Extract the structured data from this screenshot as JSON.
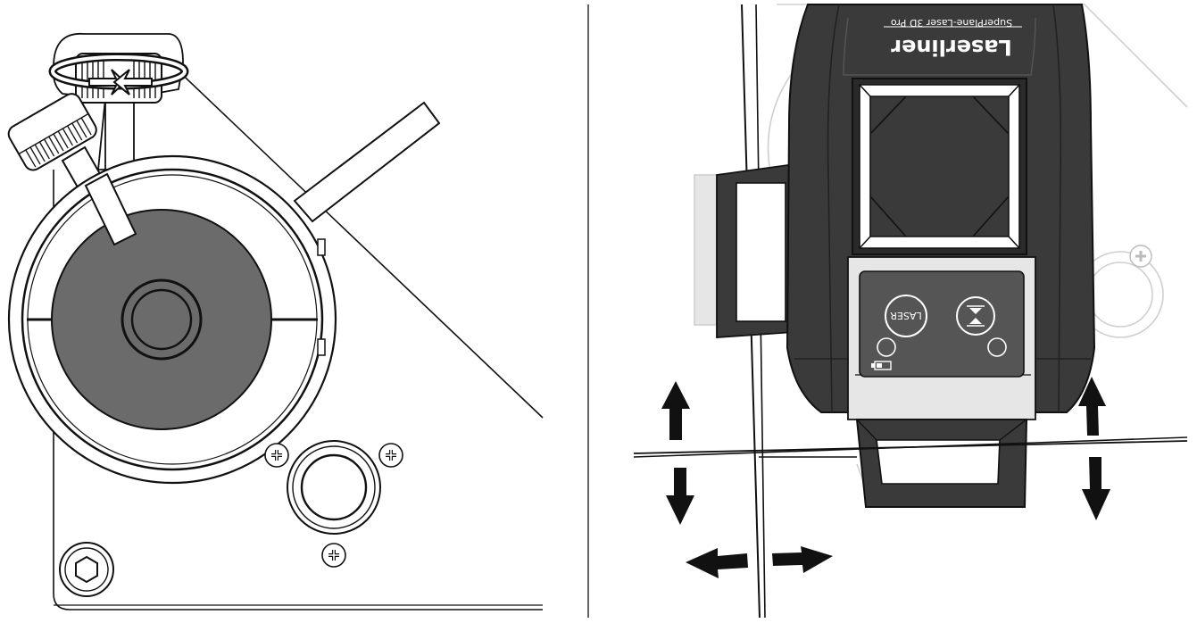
{
  "colors": {
    "outline": "#111111",
    "device_body": "#3a3a3a",
    "device_dark": "#2a2a2a",
    "panel": "#555555",
    "grey_fill": "#6b6b6b",
    "light_grey": "#e6e6e6",
    "ghost": "#cfcfcf",
    "arrow": "#111111"
  },
  "device": {
    "brand": "Laserliner",
    "model": "SuperPlane-Laser 3D Pro",
    "laser_button_label": "LASER"
  },
  "icons": {
    "rotation_arrows": "rotate-arrows-icon",
    "lock_button": "hourglass-lock-icon",
    "battery": "battery-icon",
    "screw": "cross-screw-icon",
    "up_arrow": "arrow-up-icon",
    "down_arrow": "arrow-down-icon",
    "left_arrow": "arrow-left-icon",
    "right_arrow": "arrow-right-icon"
  }
}
